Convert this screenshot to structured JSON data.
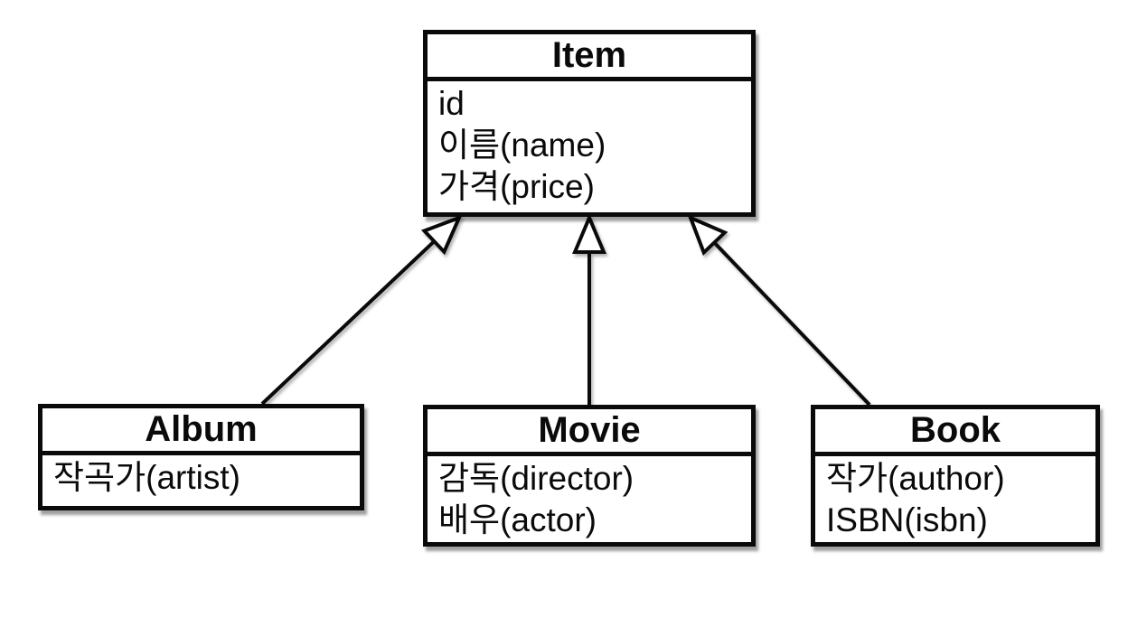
{
  "diagram": {
    "kind": "uml-class-diagram",
    "classes": [
      {
        "name": "Item",
        "attributes": [
          "id",
          "이름(name)",
          "가격(price)"
        ]
      },
      {
        "name": "Album",
        "attributes": [
          "작곡가(artist)"
        ]
      },
      {
        "name": "Movie",
        "attributes": [
          "감독(director)",
          "배우(actor)"
        ]
      },
      {
        "name": "Book",
        "attributes": [
          "작가(author)",
          "ISBN(isbn)"
        ]
      }
    ],
    "relationships": [
      {
        "from": "Album",
        "to": "Item",
        "type": "generalization"
      },
      {
        "from": "Movie",
        "to": "Item",
        "type": "generalization"
      },
      {
        "from": "Book",
        "to": "Item",
        "type": "generalization"
      }
    ],
    "colors": {
      "stroke": "#0a0a0a",
      "fill": "#ffffff",
      "background": "#ffffff"
    }
  }
}
